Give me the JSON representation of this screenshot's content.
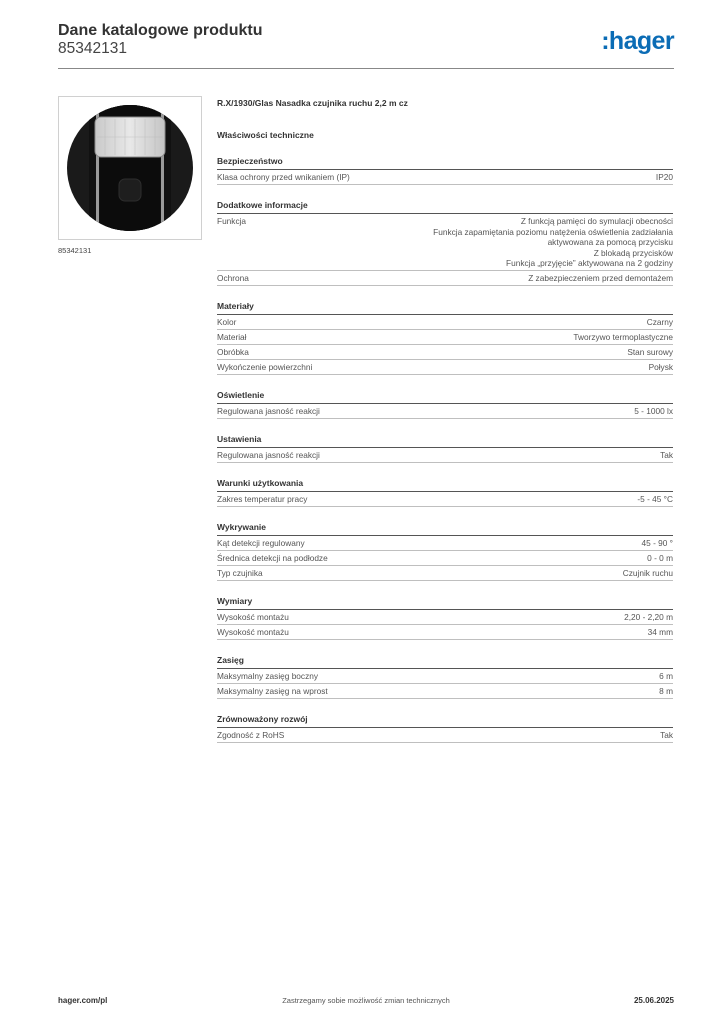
{
  "header": {
    "title": "Dane katalogowe produktu",
    "product_number": "85342131",
    "logo_text": ":hager",
    "logo_color": "#0b6cb5"
  },
  "photo": {
    "caption": "85342131"
  },
  "product": {
    "title": "R.X/1930/Glas Nasadka czujnika ruchu 2,2 m cz",
    "main_section": "Właściwości techniczne"
  },
  "sections": [
    {
      "title": "Bezpieczeństwo",
      "rows": [
        {
          "label": "Klasa ochrony przed wnikaniem (IP)",
          "value": [
            "IP20"
          ]
        }
      ]
    },
    {
      "title": "Dodatkowe informacje",
      "rows": [
        {
          "label": "Funkcja",
          "value": [
            "Z funkcją pamięci do symulacji obecności",
            "Funkcja zapamiętania poziomu natężenia oświetlenia zadziałania",
            "aktywowana za pomocą przycisku",
            "Z blokadą przycisków",
            "Funkcja „przyjęcie” aktywowana na 2 godziny"
          ]
        },
        {
          "label": "Ochrona",
          "value": [
            "Z zabezpieczeniem przed demontażem"
          ]
        }
      ]
    },
    {
      "title": "Materiały",
      "rows": [
        {
          "label": "Kolor",
          "value": [
            "Czarny"
          ]
        },
        {
          "label": "Materiał",
          "value": [
            "Tworzywo termoplastyczne"
          ]
        },
        {
          "label": "Obróbka",
          "value": [
            "Stan surowy"
          ]
        },
        {
          "label": "Wykończenie powierzchni",
          "value": [
            "Połysk"
          ]
        }
      ]
    },
    {
      "title": "Oświetlenie",
      "rows": [
        {
          "label": "Regulowana jasność reakcji",
          "value": [
            "5 - 1000 lx"
          ]
        }
      ]
    },
    {
      "title": "Ustawienia",
      "rows": [
        {
          "label": "Regulowana jasność reakcji",
          "value": [
            "Tak"
          ]
        }
      ]
    },
    {
      "title": "Warunki użytkowania",
      "rows": [
        {
          "label": "Zakres temperatur pracy",
          "value": [
            "-5 - 45 °C"
          ]
        }
      ]
    },
    {
      "title": "Wykrywanie",
      "rows": [
        {
          "label": "Kąt detekcji regulowany",
          "value": [
            "45 - 90 °"
          ]
        },
        {
          "label": "Średnica detekcji na podłodze",
          "value": [
            "0 - 0 m"
          ]
        },
        {
          "label": "Typ czujnika",
          "value": [
            "Czujnik ruchu"
          ]
        }
      ]
    },
    {
      "title": "Wymiary",
      "rows": [
        {
          "label": "Wysokość montażu",
          "value": [
            "2,20 - 2,20 m"
          ]
        },
        {
          "label": "Wysokość montażu",
          "value": [
            "34 mm"
          ]
        }
      ]
    },
    {
      "title": "Zasięg",
      "rows": [
        {
          "label": "Maksymalny zasięg boczny",
          "value": [
            "6 m"
          ]
        },
        {
          "label": "Maksymalny zasięg na wprost",
          "value": [
            "8 m"
          ]
        }
      ]
    },
    {
      "title": "Zrównoważony rozwój",
      "rows": [
        {
          "label": "Zgodność z RoHS",
          "value": [
            "Tak"
          ]
        }
      ]
    }
  ],
  "footer": {
    "url": "hager.com/pl",
    "disclaimer": "Zastrzegamy sobie możliwość zmian technicznych",
    "date": "25.06.2025"
  }
}
